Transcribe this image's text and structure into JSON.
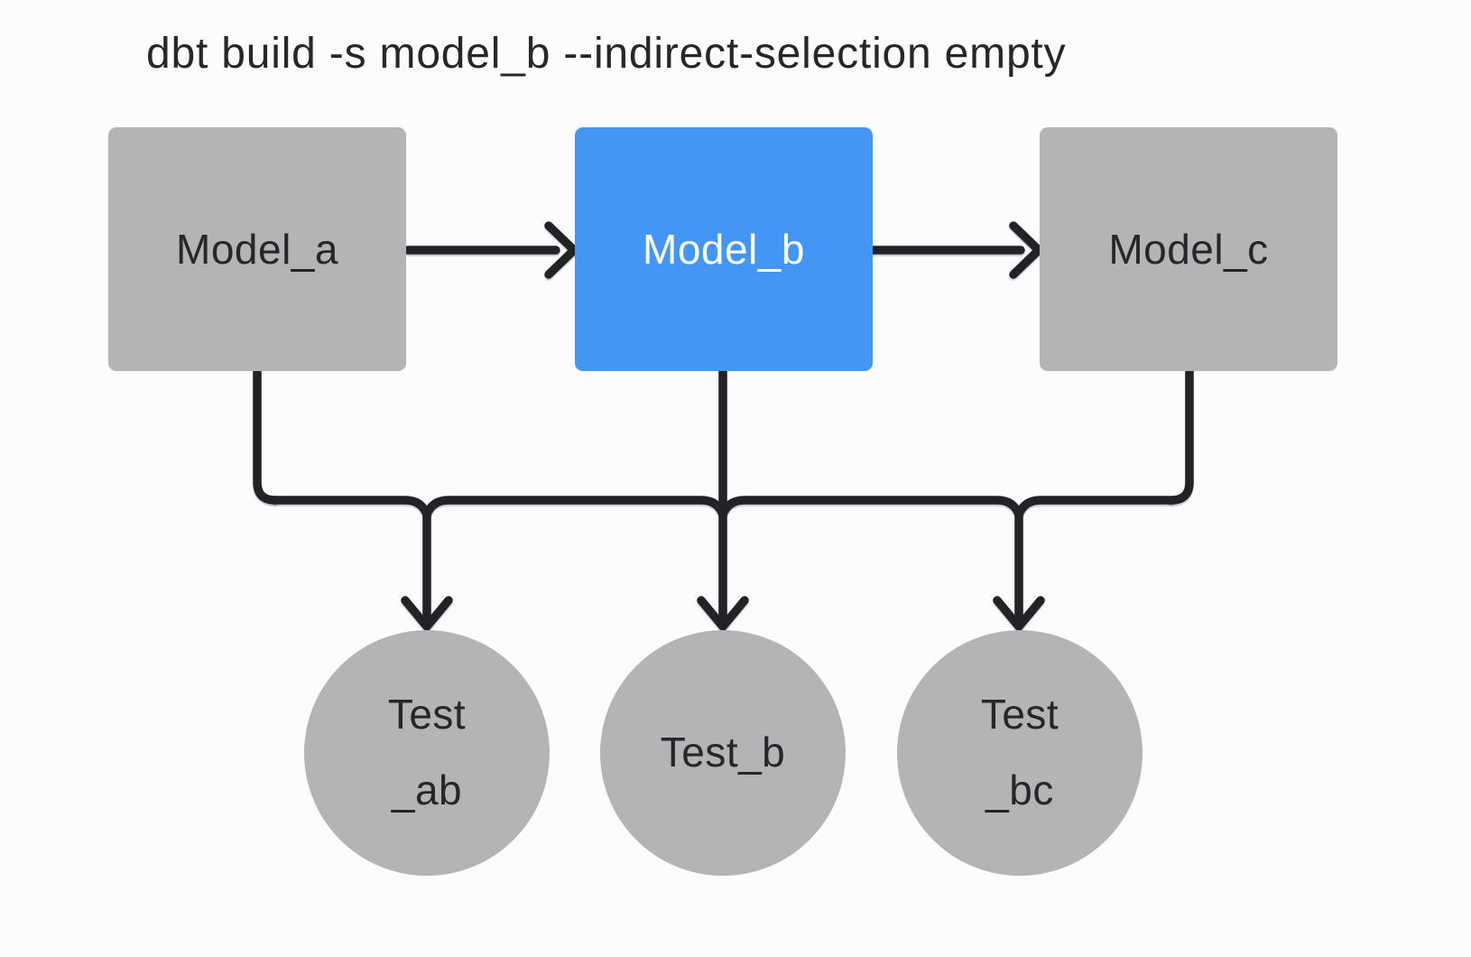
{
  "title": "dbt build -s model_b --indirect-selection empty",
  "colors": {
    "background": "#fcfcfd",
    "node_gray": "#b3b4b6",
    "node_selected": "#4396f4",
    "edge": "#212327",
    "text_dark": "#26272a",
    "text_on_selected": "#ffffff"
  },
  "diagram": {
    "models": [
      {
        "id": "model_a",
        "label": "Model_a",
        "selected": false
      },
      {
        "id": "model_b",
        "label": "Model_b",
        "selected": true
      },
      {
        "id": "model_c",
        "label": "Model_c",
        "selected": false
      }
    ],
    "tests": [
      {
        "id": "test_ab",
        "line1": "Test",
        "line2": "_ab"
      },
      {
        "id": "test_b",
        "line1": "Test_b",
        "line2": ""
      },
      {
        "id": "test_bc",
        "line1": "Test",
        "line2": "_bc"
      }
    ],
    "edges": [
      {
        "from": "Model_a",
        "to": "Model_b",
        "type": "arrow-right"
      },
      {
        "from": "Model_b",
        "to": "Model_c",
        "type": "arrow-right"
      },
      {
        "from": "Model_a",
        "to": "rail",
        "type": "line-down"
      },
      {
        "from": "Model_b",
        "to": "rail",
        "type": "line-down"
      },
      {
        "from": "Model_c",
        "to": "rail",
        "type": "line-down"
      },
      {
        "from": "rail",
        "to": "Test_ab",
        "type": "arrow-down"
      },
      {
        "from": "rail",
        "to": "Test_b",
        "type": "arrow-down"
      },
      {
        "from": "rail",
        "to": "Test_bc",
        "type": "arrow-down"
      }
    ]
  }
}
